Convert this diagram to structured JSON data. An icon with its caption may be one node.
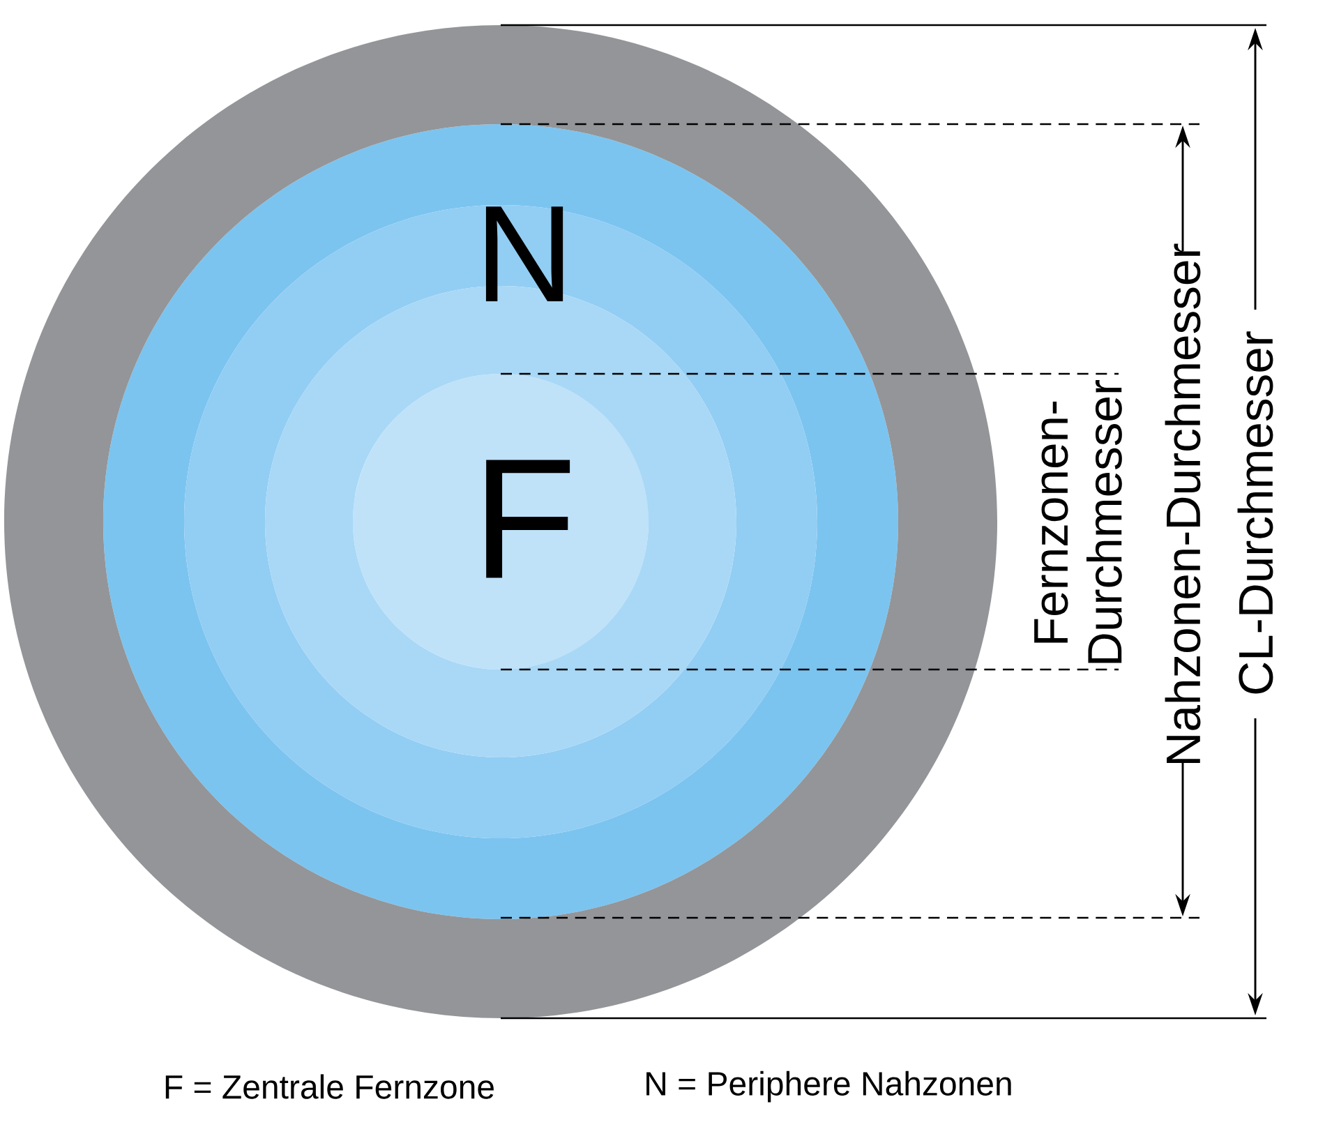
{
  "diagram": {
    "nodes": [
      {
        "text": [],
        "shape": "circle"
      },
      {
        "text": [
          "N"
        ],
        "in": 0
      },
      {
        "text": [
          "F"
        ],
        "in": 1
      }
    ],
    "labels": [
      "Fernzonen- Durchmesser",
      "Nahzonen-Durchmesser",
      "CL-Durchmesser",
      "F  = Zentrale Fernzone",
      "N = Periphere Nahzonen"
    ]
  }
}
